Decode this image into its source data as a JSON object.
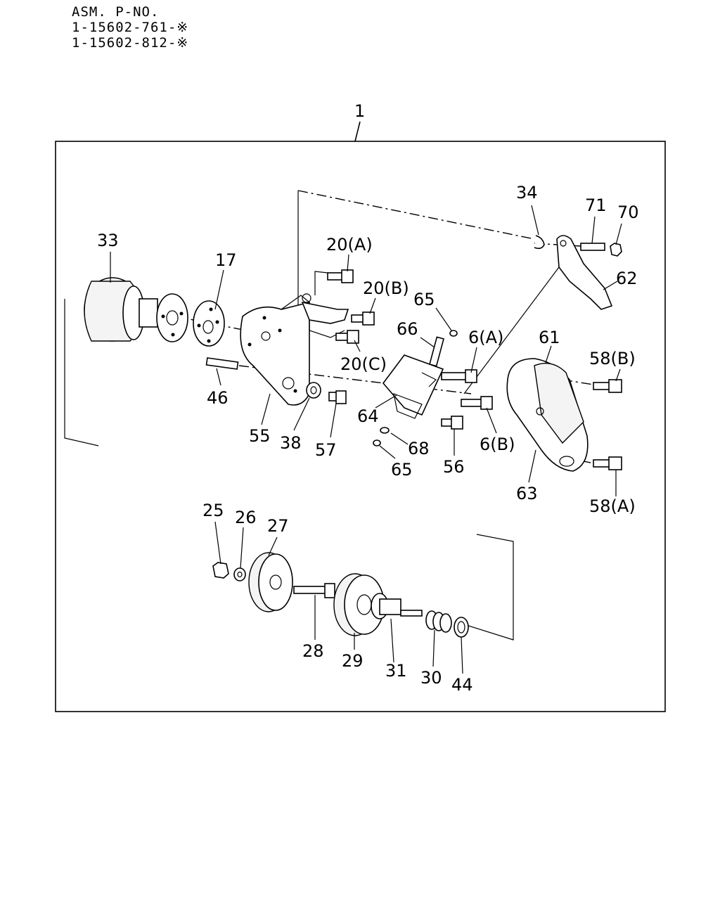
{
  "header": {
    "title": "ASM. P-NO.",
    "part_numbers": [
      "1-15602-761-※",
      "1-15602-812-※"
    ]
  },
  "callouts": {
    "c1": "1",
    "c33": "33",
    "c17": "17",
    "c20a": "20(A)",
    "c20b": "20(B)",
    "c20c": "20(C)",
    "c65a": "65",
    "c66": "66",
    "c6a": "6(A)",
    "c6b": "6(B)",
    "c34": "34",
    "c71": "71",
    "c70": "70",
    "c62": "62",
    "c61": "61",
    "c58b": "58(B)",
    "c58a": "58(A)",
    "c63": "63",
    "c46": "46",
    "c55": "55",
    "c38": "38",
    "c57": "57",
    "c64": "64",
    "c68": "68",
    "c65b": "65",
    "c56": "56",
    "c25": "25",
    "c26": "26",
    "c27": "27",
    "c28": "28",
    "c29": "29",
    "c31": "31",
    "c30": "30",
    "c44": "44"
  }
}
